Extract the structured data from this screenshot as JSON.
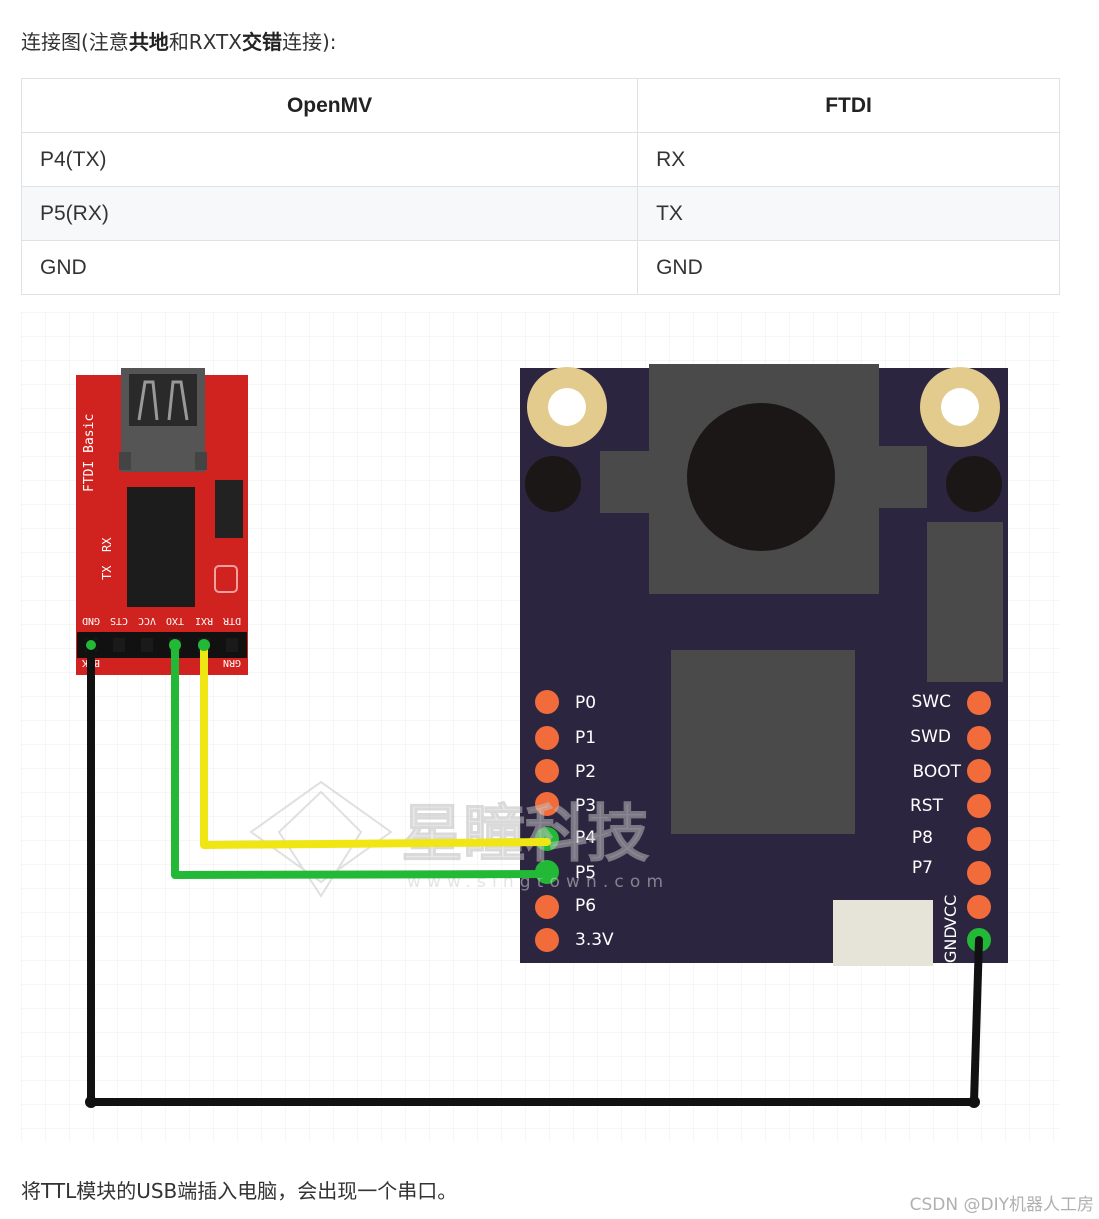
{
  "intro": {
    "part1": "连接图(注意",
    "bold1": "共地",
    "part2": "和RXTX",
    "bold2": "交错",
    "part3": "连接):"
  },
  "table": {
    "headers": [
      "OpenMV",
      "FTDI"
    ],
    "rows": [
      [
        "P4(TX)",
        "RX"
      ],
      [
        "P5(RX)",
        "TX"
      ],
      [
        "GND",
        "GND"
      ]
    ]
  },
  "diagram": {
    "ftdi_board": {
      "title": "FTDI Basic",
      "led_labels": [
        "RX",
        "TX"
      ],
      "pin_labels": [
        "GND",
        "CTS",
        "VCC",
        "TXO",
        "RXI",
        "DTR"
      ],
      "bottom_labels": [
        "BLK",
        "GRN"
      ],
      "color": "#d0231f"
    },
    "openmv_board": {
      "left_pins": [
        "P0",
        "P1",
        "P2",
        "P3",
        "P4",
        "P5",
        "P6",
        "3.3V"
      ],
      "right_pins": [
        "SWC",
        "SWD",
        "BOOT",
        "RST",
        "P8",
        "P7"
      ],
      "bottom_right_pins": [
        "GND",
        "VCC"
      ],
      "color": "#2b2540"
    },
    "watermark": {
      "name": "星瞳科技",
      "url": "www.singtown.com"
    },
    "wire_colors": {
      "rx_wire": "#f0e614",
      "tx_wire": "#22b936",
      "gnd_wire": "#111111"
    }
  },
  "outro": "将TTL模块的USB端插入电脑，会出现一个串口。",
  "credit": "CSDN @DIY机器人工房"
}
